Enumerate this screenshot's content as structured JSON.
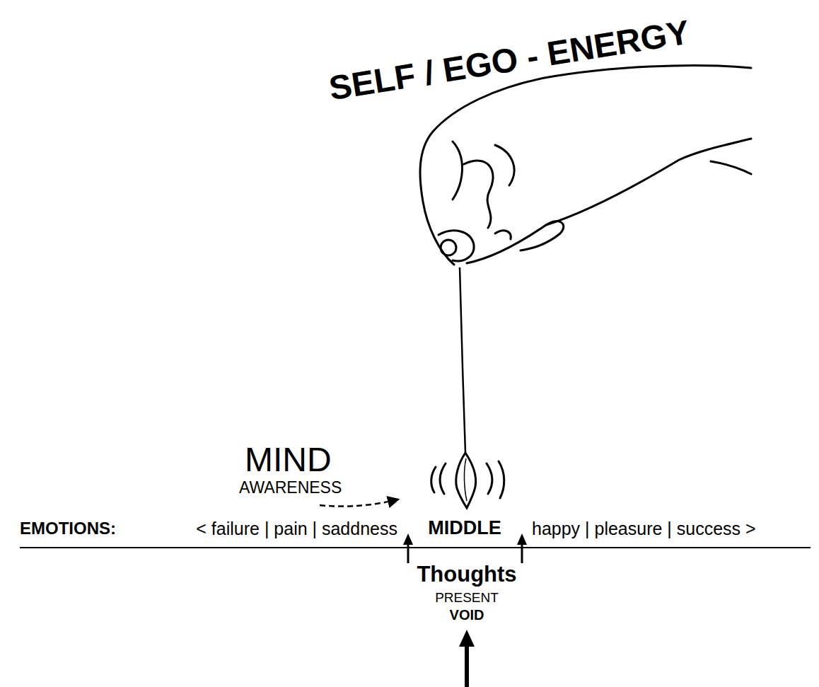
{
  "diagram": {
    "labels": [
      "SELF / EGO - ENERGY",
      "MIND",
      "AWARENESS",
      "EMOTIONS:",
      "< failure | pain | saddness",
      "MIDDLE",
      "happy | pleasure | success >",
      "Thoughts",
      "PRESENT",
      "VOID"
    ]
  }
}
